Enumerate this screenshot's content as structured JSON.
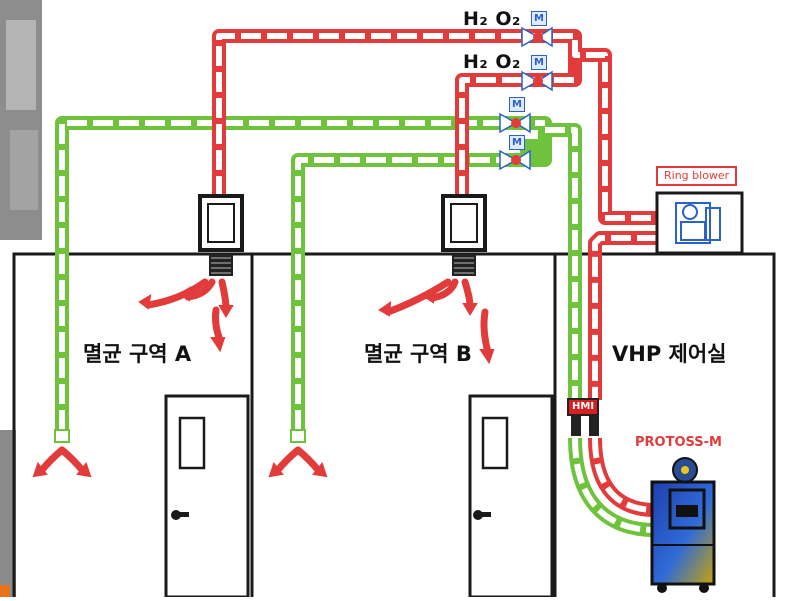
{
  "rooms": {
    "a": "멸균 구역 A",
    "b": "멸균 구역 B",
    "control": "VHP 제어실"
  },
  "valves": {
    "h2o2_1": "H₂ O₂",
    "h2o2_2": "H₂ O₂",
    "motor_badge": "M"
  },
  "equipment": {
    "ring_blower": "Ring blower",
    "hmi": "HMI",
    "generator": "PROTOSS-M"
  },
  "colors": {
    "supply_line": "#e23b3b",
    "return_line": "#6fc23b",
    "wall": "#1a1a1a",
    "motor": "#2a62c8"
  }
}
